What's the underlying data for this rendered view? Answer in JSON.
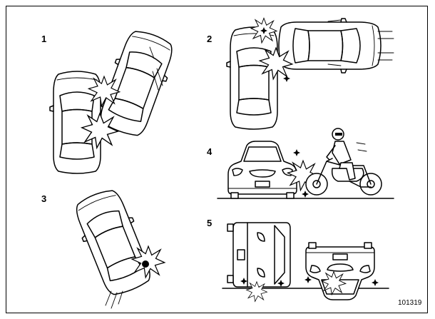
{
  "scenarios": [
    {
      "label": "1"
    },
    {
      "label": "2"
    },
    {
      "label": "3"
    },
    {
      "label": "4"
    },
    {
      "label": "5"
    }
  ],
  "figure_code": "101319",
  "colors": {
    "line": "#000000",
    "background": "#ffffff"
  }
}
